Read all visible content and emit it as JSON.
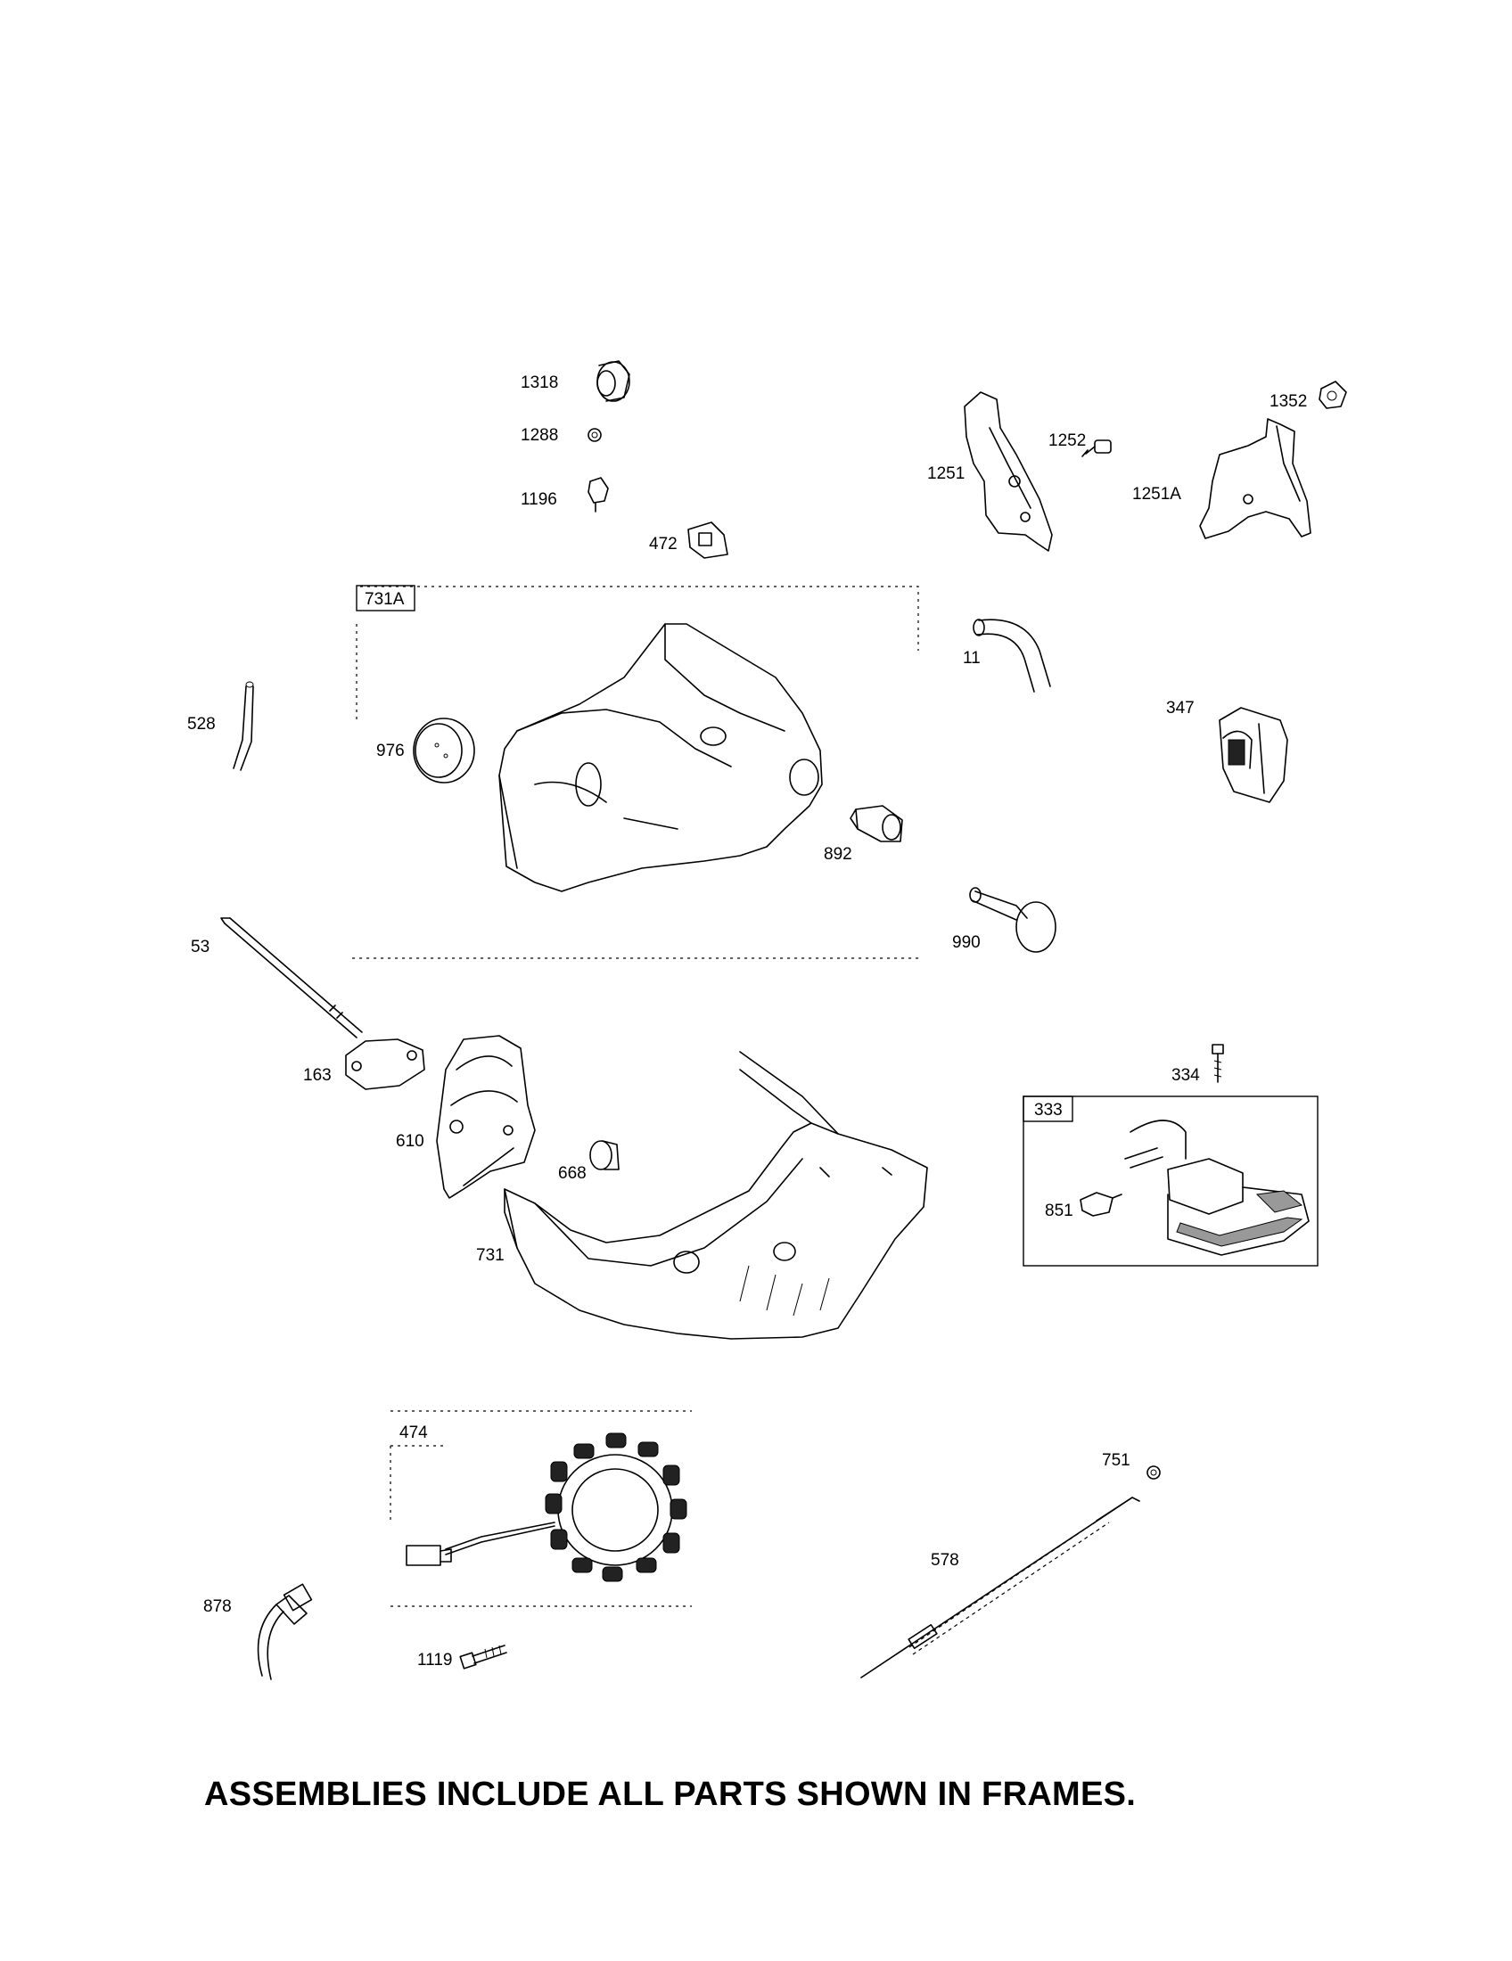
{
  "parts": {
    "p1318": "1318",
    "p1288": "1288",
    "p1196": "1196",
    "p472": "472",
    "p1251": "1251",
    "p1252": "1252",
    "p1352": "1352",
    "p1251A": "1251A",
    "p731A": "731A",
    "p11": "11",
    "p528": "528",
    "p976": "976",
    "p347": "347",
    "p892": "892",
    "p53": "53",
    "p990": "990",
    "p163": "163",
    "p334": "334",
    "p333": "333",
    "p610": "610",
    "p668": "668",
    "p851": "851",
    "p731": "731",
    "p474": "474",
    "p751": "751",
    "p578": "578",
    "p878": "878",
    "p1119": "1119"
  },
  "footer": {
    "note": "ASSEMBLIES INCLUDE ALL PARTS SHOWN IN FRAMES."
  }
}
